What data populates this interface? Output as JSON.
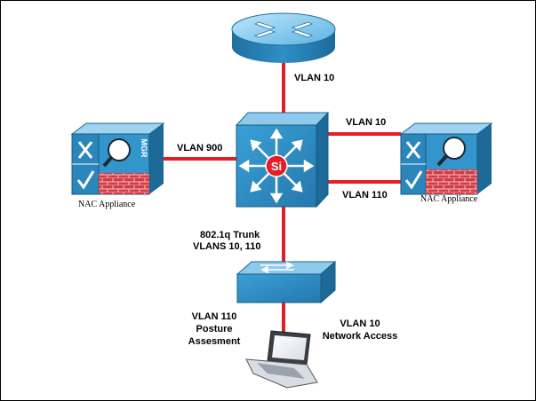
{
  "diagram": {
    "labels": {
      "vlan10_router": "VLAN 10",
      "vlan900": "VLAN 900",
      "vlan10_right": "VLAN 10",
      "vlan110_right": "VLAN 110",
      "trunk_line1": "802.1q Trunk",
      "trunk_line2": "VLANS 10, 110",
      "posture_line1": "VLAN 110",
      "posture_line2": "Posture",
      "posture_line3": "Assesment",
      "access_line1": "VLAN 10",
      "access_line2": "Network Access"
    },
    "captions": {
      "nac_left": "NAC Appliance",
      "nac_right": "NAC Appliance"
    },
    "device_text": {
      "core_switch_logo": "Si",
      "mgr": "MGR"
    },
    "colors": {
      "link": "#e31e24",
      "device_blue": "#2e8fc6",
      "device_light": "#9fd3ef",
      "firewall_red": "#d33b46"
    },
    "icons": {
      "router": "router-icon",
      "core_switch": "layer3-switch-icon",
      "access_switch": "workgroup-switch-icon",
      "laptop": "laptop-icon",
      "nac_manager": "nac-manager-icon",
      "nac_server": "nac-server-icon"
    }
  }
}
